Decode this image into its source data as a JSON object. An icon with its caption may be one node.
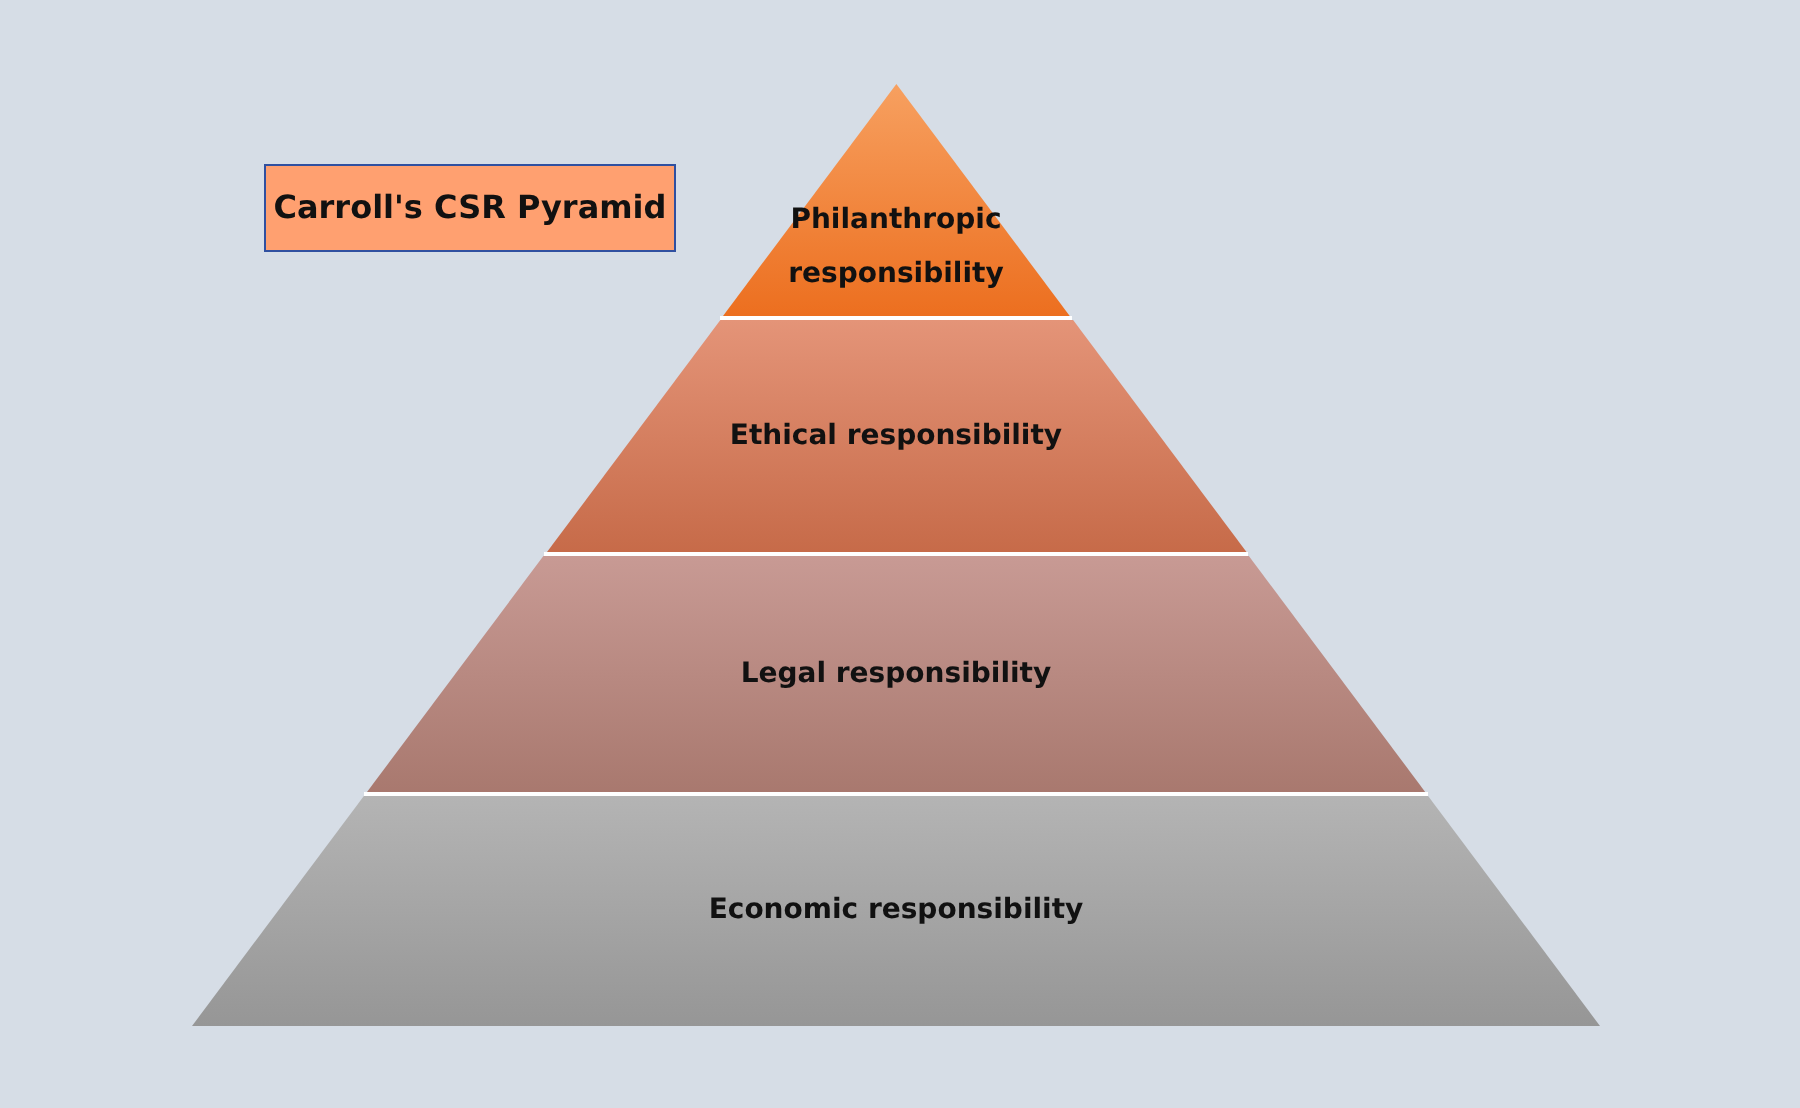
{
  "diagram": {
    "title": "Carroll's CSR Pyramid",
    "nodes": [
      {
        "text": [
          "Philanthropic responsibility"
        ]
      },
      {
        "text": [
          "Ethical responsibility"
        ]
      },
      {
        "text": [
          "Legal responsibility"
        ]
      },
      {
        "text": [
          "Economic responsibility"
        ]
      }
    ]
  }
}
